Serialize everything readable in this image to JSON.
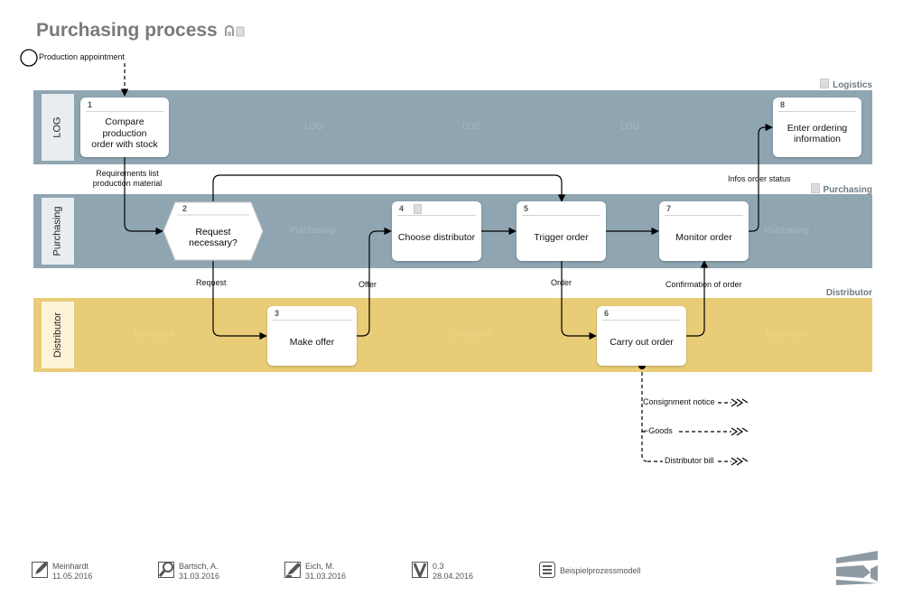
{
  "title": "Purchasing process",
  "start_event": "Production appointment",
  "lanes": {
    "logistics": {
      "side": "LOG",
      "label": "Logistics",
      "watermark": "LOG"
    },
    "purchasing": {
      "side": "Purchasing",
      "label": "Purchasing",
      "watermark": "Purchasing"
    },
    "distributor": {
      "side": "Distributor",
      "label": "Distributor",
      "watermark": "Distributor"
    }
  },
  "nodes": {
    "n1": {
      "num": "1",
      "text": "Compare production order with stock"
    },
    "n2": {
      "num": "2",
      "text": "Request necessary?"
    },
    "n3": {
      "num": "3",
      "text": "Make offer"
    },
    "n4": {
      "num": "4",
      "text": "Choose distributor"
    },
    "n5": {
      "num": "5",
      "text": "Trigger order"
    },
    "n6": {
      "num": "6",
      "text": "Carry out order"
    },
    "n7": {
      "num": "7",
      "text": "Monitor order"
    },
    "n8": {
      "num": "8",
      "text": "Enter ordering information"
    }
  },
  "edges": {
    "requirements_1": "Requirements list",
    "requirements_2": "production material",
    "request": "Request",
    "offer": "Offer",
    "order": "Order",
    "confirmation": "Confirmation of order",
    "infos": "Infos order status"
  },
  "outputs": {
    "consignment": "Consignment notice",
    "goods": "Goods",
    "bill": "Distributor bill"
  },
  "footer": {
    "author_name": "Meinhardt",
    "author_date": "11.05.2016",
    "reviewer_name": "Bartsch, A.",
    "reviewer_date": "31.03.2016",
    "approver_name": "Eich, M.",
    "approver_date": "31.03.2016",
    "version": "0.3",
    "version_date": "28.04.2016",
    "model": "Beispielprozessmodell"
  },
  "colors": {
    "lane_blue": "#8fa5b2",
    "lane_yellow": "#e9cc77",
    "side_blue": "#e8edf0",
    "side_yellow": "#fdf4d8"
  }
}
